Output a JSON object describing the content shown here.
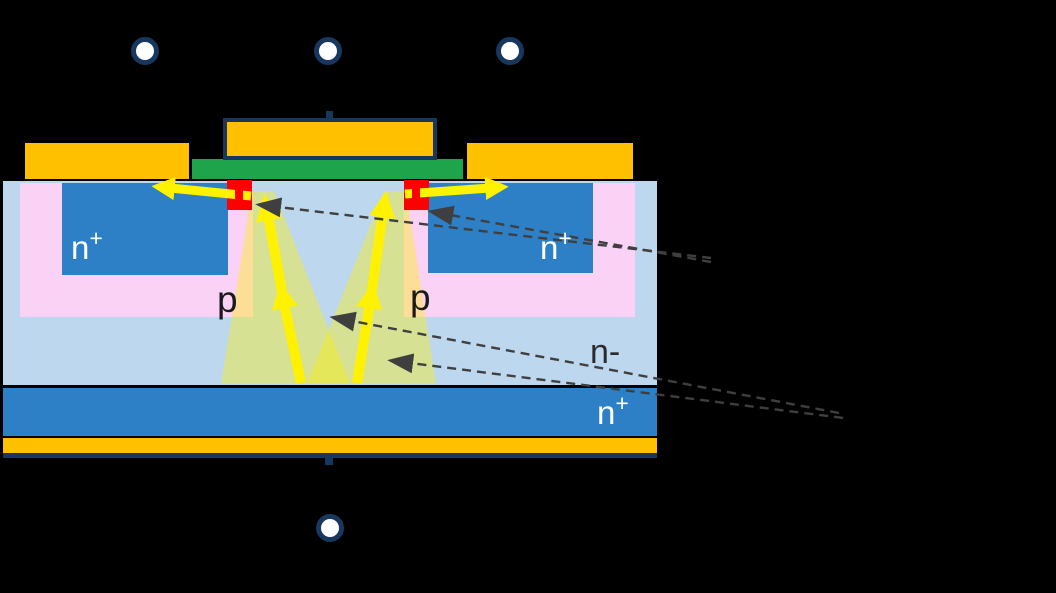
{
  "figure": {
    "subject": "power-mosfet-cross-section",
    "description": "Vertical MOSFET die cross-section with terminal dots, hot-spot markers and dashed annotation arrows"
  },
  "labels": {
    "n_src_left": {
      "base": "n",
      "sup": "+"
    },
    "n_src_right": {
      "base": "n",
      "sup": "+"
    },
    "p_left": "p",
    "p_right": "p",
    "n_drift": "n-",
    "n_sub": {
      "base": "n",
      "sup": "+"
    }
  },
  "icons": {
    "terminals": [
      "terminal-dot-top-left",
      "terminal-dot-top-middle",
      "terminal-dot-top-right",
      "terminal-dot-bottom"
    ],
    "hot_spots": [
      "hot-spot-marker-left",
      "hot-spot-marker-right"
    ],
    "current_arrows": [
      "lateral-current-arrow-left",
      "lateral-current-arrow-right",
      "vertical-current-arrow-left",
      "vertical-current-arrow-right"
    ],
    "annotation_arrows": [
      "dashed-pointer-hotspot-left",
      "dashed-pointer-hotspot-right",
      "dashed-pointer-cone-upper",
      "dashed-pointer-cone-lower"
    ]
  },
  "colors": {
    "background": "#000000",
    "metal": "#FFC000",
    "gate_oxide": "#1EA54B",
    "n_plus": "#2E80C6",
    "n_minus": "#BDD7EE",
    "p_well": "#FAD2F5",
    "hot_spot": "#FF0000",
    "current": "#FFF200",
    "terminal_ring": "#17375E",
    "annotation": "#3F3F3F",
    "label_light": "#FFFFFF",
    "label_dark": "#1A1A1A"
  }
}
